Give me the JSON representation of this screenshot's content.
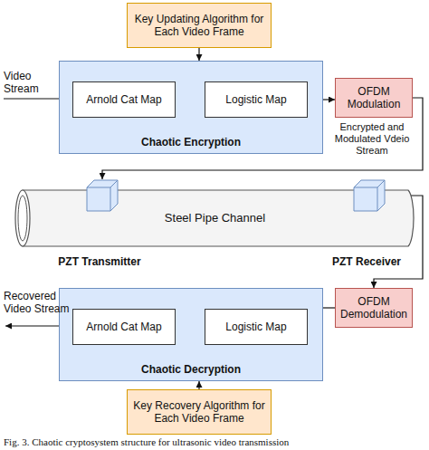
{
  "diagram": {
    "caption": "Fig. 3. Chaotic cryptosystem structure for ultrasonic video transmission",
    "nodes": [
      {
        "text": [
          "Key Updating Algorithm for Each Video Frame"
        ]
      },
      {
        "text": [
          "Chaotic Encryption"
        ]
      },
      {
        "text": [
          "Arnold Cat Map"
        ],
        "in": 1
      },
      {
        "text": [
          "Logistic Map"
        ],
        "in": 1
      },
      {
        "text": [
          "OFDM Modulation"
        ]
      },
      {
        "text": [
          "Steel Pipe Channel"
        ]
      },
      {
        "text": [
          "PZT Transmitter"
        ]
      },
      {
        "text": [
          "PZT Receiver"
        ]
      },
      {
        "text": [
          "OFDM Demodulation"
        ]
      },
      {
        "text": [
          "Chaotic Decryption"
        ]
      },
      {
        "text": [
          "Logistic Map"
        ],
        "in": 9
      },
      {
        "text": [
          "Arnold Cat Map"
        ],
        "in": 9
      },
      {
        "text": [
          "Key Recovery Algorithm for Each Video Frame"
        ]
      }
    ],
    "edges": [
      {
        "from": 0,
        "to": 1,
        "arrow": "to"
      },
      {
        "from": 2,
        "to": 3,
        "arrow": "to"
      },
      {
        "from": 3,
        "to": 4,
        "arrow": "to"
      },
      {
        "from": 4,
        "to": 6,
        "arrow": "to"
      },
      {
        "from": 7,
        "to": 8,
        "arrow": "to"
      },
      {
        "from": 8,
        "to": 10,
        "arrow": "to"
      },
      {
        "from": 10,
        "to": 11,
        "arrow": "to"
      },
      {
        "from": 12,
        "to": 9,
        "arrow": "to"
      }
    ],
    "labels": [
      "Video Stream",
      "Encrypted and Modulated Vdeio Stream",
      "Recovered Video Stream"
    ]
  }
}
